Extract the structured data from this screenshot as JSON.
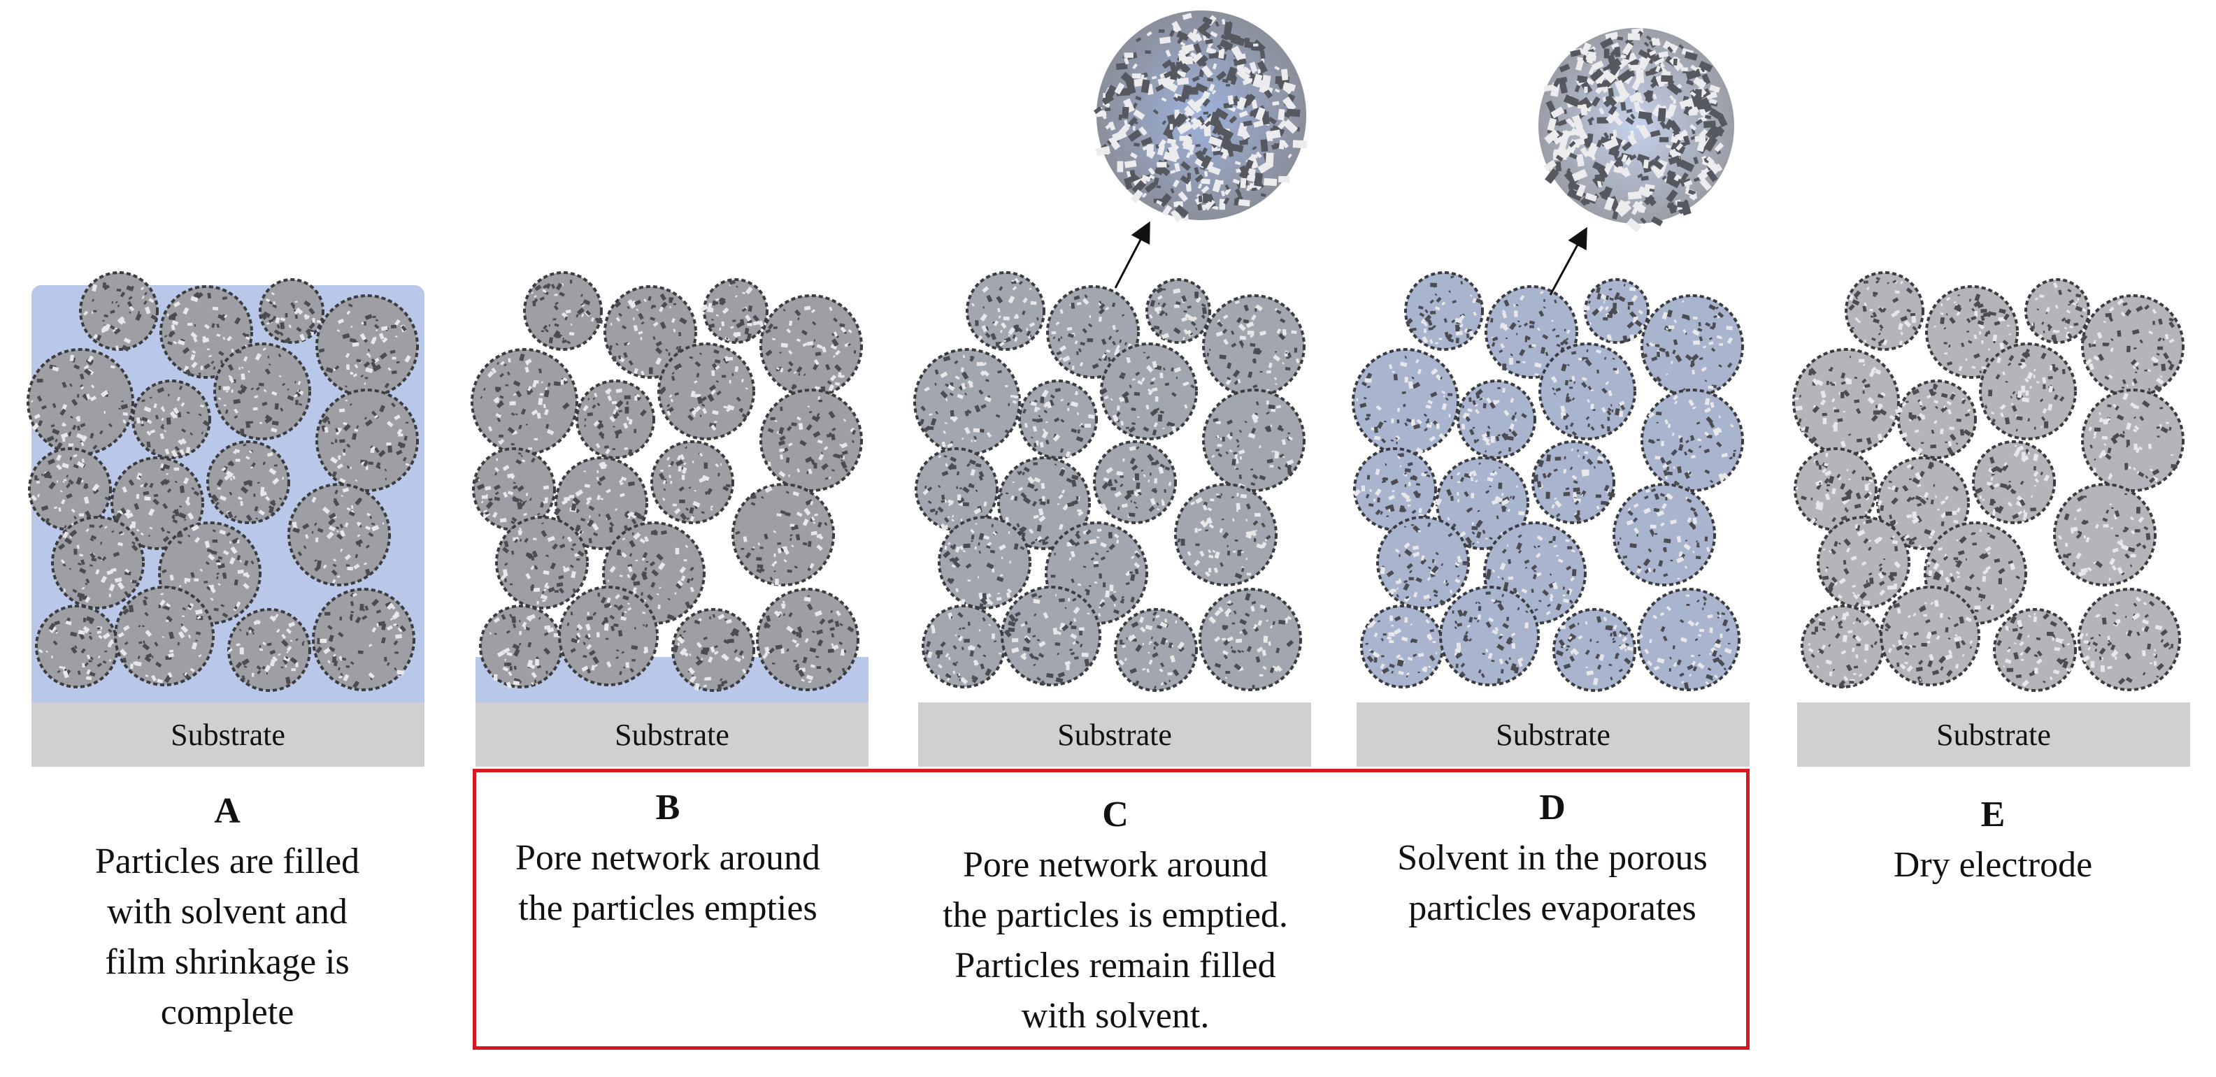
{
  "substrate_label": "Substrate",
  "colors": {
    "solvent": "#b9c8e8",
    "substrate": "#d2cfcf",
    "highlight_box": "#d7191f"
  },
  "panels": [
    {
      "letter": "A",
      "caption": [
        "Particles are filled",
        "with solvent and",
        "film shrinkage is",
        "complete"
      ]
    },
    {
      "letter": "B",
      "caption": [
        "Pore network around",
        "the particles empties"
      ]
    },
    {
      "letter": "C",
      "caption": [
        "Pore network around",
        "the particles is emptied.",
        "Particles remain filled",
        "with solvent."
      ]
    },
    {
      "letter": "D",
      "caption": [
        "Solvent in the porous",
        "particles evaporates"
      ]
    },
    {
      "letter": "E",
      "caption": [
        "Dry electrode"
      ]
    }
  ]
}
